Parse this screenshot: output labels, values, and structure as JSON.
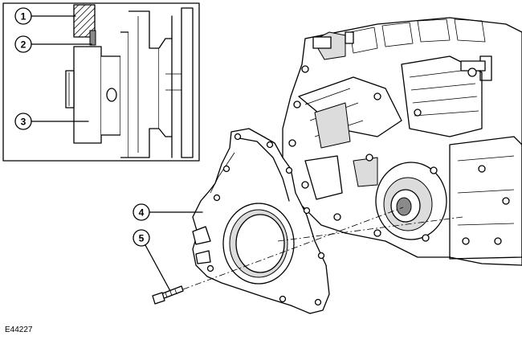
{
  "figure": {
    "id": "E44227",
    "callouts": [
      {
        "number": "1"
      },
      {
        "number": "2"
      },
      {
        "number": "3"
      },
      {
        "number": "4"
      },
      {
        "number": "5"
      }
    ]
  }
}
